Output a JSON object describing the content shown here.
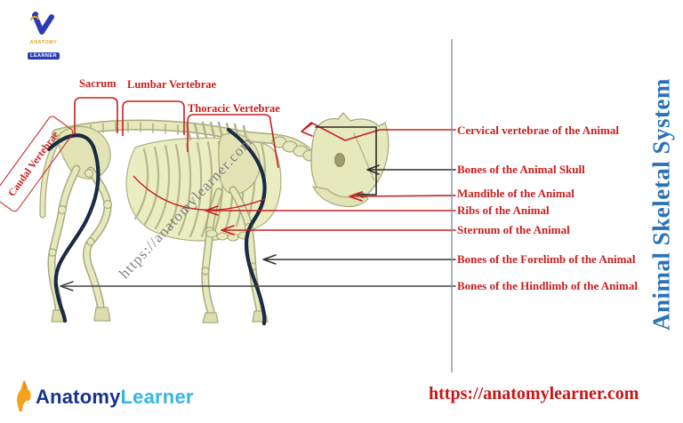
{
  "header_logo": {
    "anatomy": "ANATOMY",
    "learner": "LEARNER"
  },
  "side_title": {
    "text": "Animal Skeletal System",
    "color": "#2a72b8"
  },
  "watermark": {
    "text": "https://anatomylearner.com"
  },
  "diagram": {
    "subject": "Animal skeleton (side view)",
    "colors": {
      "annotation_red": "#c81e1e",
      "leader_black": "#333333",
      "bone_fill": "#e6e8bd",
      "bone_outline": "#a8ab7c",
      "limb_trace_navy": "#1b2b45",
      "divider_gray": "#8792a0",
      "title_blue": "#2a72b8"
    },
    "top_labels": [
      {
        "id": "sacrum",
        "label": "Sacrum"
      },
      {
        "id": "lumbar",
        "label": "Lumbar Vertebrae"
      },
      {
        "id": "thoracic",
        "label": "Thoracic Vertebrae"
      },
      {
        "id": "caudal",
        "label": "Caudal Vertebrae"
      }
    ],
    "right_labels": [
      {
        "label": "Cervical vertebrae of the Animal",
        "leader_color": "red"
      },
      {
        "label": "Bones of the Animal Skull",
        "leader_color": "black"
      },
      {
        "label": "Mandible of the Animal",
        "leader_color": "red"
      },
      {
        "label": "Ribs of the Animal",
        "leader_color": "red"
      },
      {
        "label": "Sternum of the Animal",
        "leader_color": "red"
      },
      {
        "label": "Bones of the Forelimb of the Animal",
        "leader_color": "black"
      },
      {
        "label": "Bones of the Hindlimb of the Animal",
        "leader_color": "black"
      }
    ]
  },
  "footer": {
    "logo_anatomy": "Anatomy",
    "logo_learner": "Learner",
    "url": "https://anatomylearner.com"
  }
}
